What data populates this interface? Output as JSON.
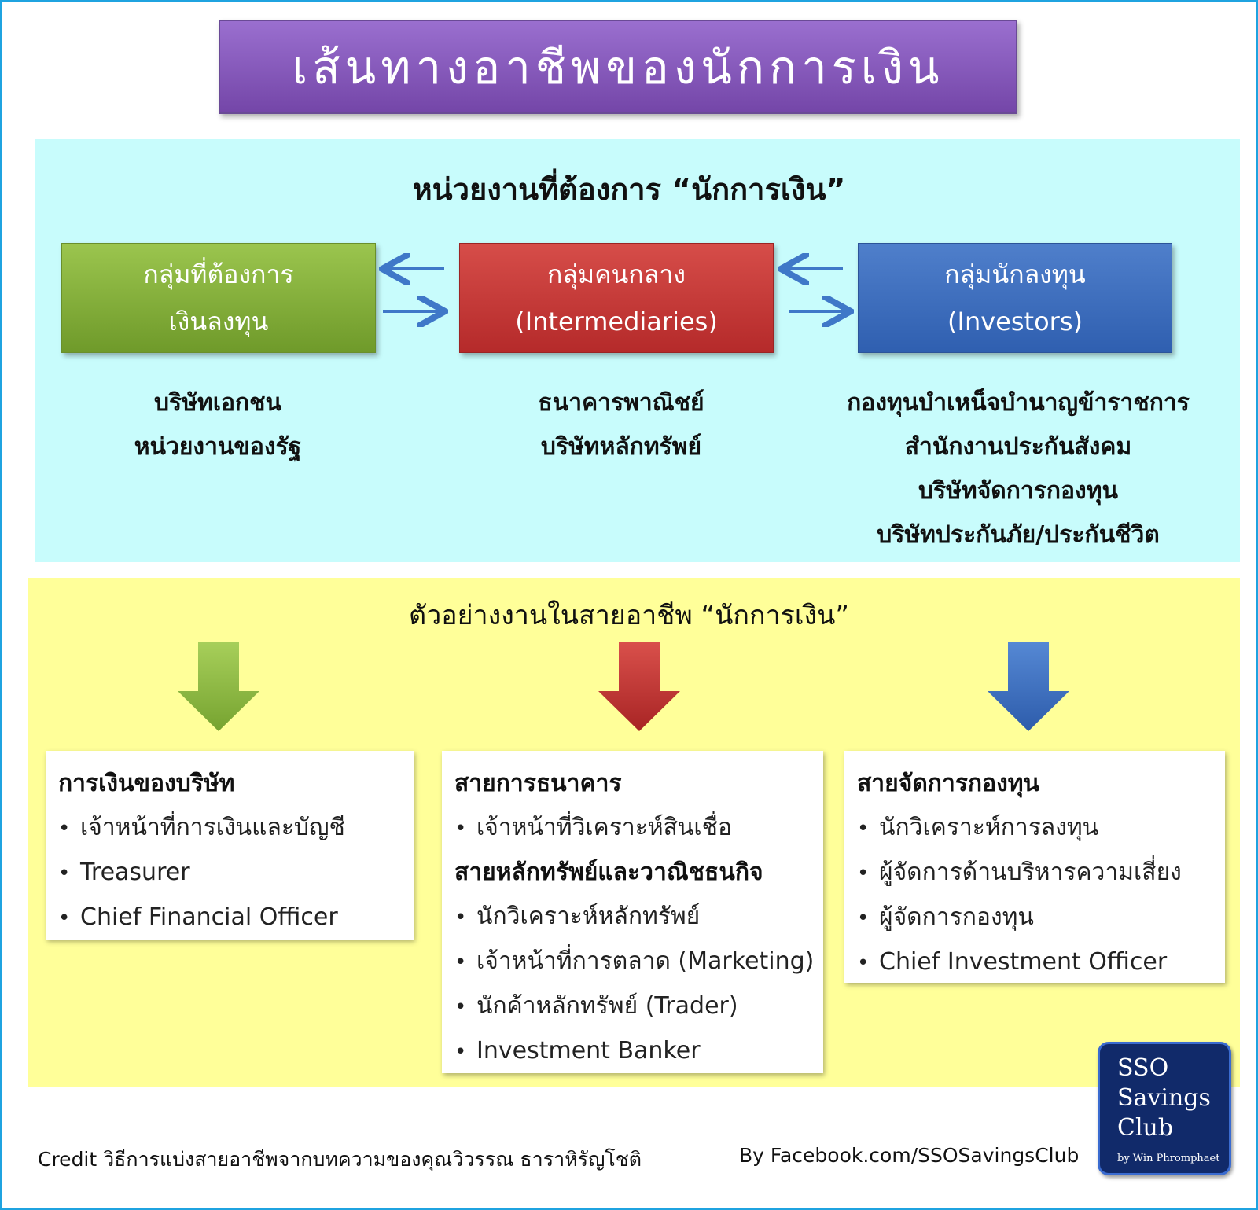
{
  "title": "เส้นทางอาชีพของนักการเงิน",
  "top_section": {
    "heading": "หน่วยงานที่ต้องการ “นักการเงิน”",
    "groups": [
      {
        "line1": "กลุ่มที่ต้องการ",
        "line2": "เงินลงทุน",
        "color": "#8cb83f"
      },
      {
        "line1": "กลุ่มคนกลาง",
        "line2": "(Intermediaries)",
        "color": "#c83b38"
      },
      {
        "line1": "กลุ่มนักลงทุน",
        "line2": "(Investors)",
        "color": "#3f6fbf"
      }
    ],
    "arrow_color": "#3f78c8",
    "orgs": [
      [
        "บริษัทเอกชน",
        "หน่วยงานของรัฐ"
      ],
      [
        "ธนาคารพาณิชย์",
        "บริษัทหลักทรัพย์"
      ],
      [
        "กองทุนบำเหน็จบำนาญข้าราชการ",
        "สำนักงานประกันสังคม",
        "บริษัทจัดการกองทุน",
        "บริษัทประกันภัย/ประกันชีวิต"
      ]
    ]
  },
  "bottom_section": {
    "heading": "ตัวอย่างงานในสายอาชีพ “นักการเงิน”",
    "cards": [
      {
        "heading": "การเงินของบริษัท",
        "items": [
          "เจ้าหน้าที่การเงินและบัญชี",
          "Treasurer",
          "Chief Financial Officer"
        ]
      },
      {
        "heading": "สายการธนาคาร",
        "items": [
          "เจ้าหน้าที่วิเคราะห์สินเชื่อ"
        ],
        "heading2": "สายหลักทรัพย์และวาณิชธนกิจ",
        "items2": [
          "นักวิเคราะห์หลักทรัพย์",
          "เจ้าหน้าที่การตลาด (Marketing)",
          "นักค้าหลักทรัพย์ (Trader)",
          "Investment Banker"
        ]
      },
      {
        "heading": "สายจัดการกองทุน",
        "items": [
          "นักวิเคราะห์การลงทุน",
          "ผู้จัดการด้านบริหารความเสี่ยง",
          "ผู้จัดการกองทุน",
          "Chief Investment Officer"
        ]
      }
    ]
  },
  "footer": {
    "credit": "Credit วิธีการแบ่งสายอาชีพจากบทความของคุณวิวรรณ ธาราหิรัญโชติ",
    "by": "By Facebook.com/SSOSavingsClub"
  },
  "badge": {
    "line1": "SSO",
    "line2": "Savings",
    "line3": "Club",
    "small": "by Win Phromphaet"
  },
  "bullet": "•"
}
